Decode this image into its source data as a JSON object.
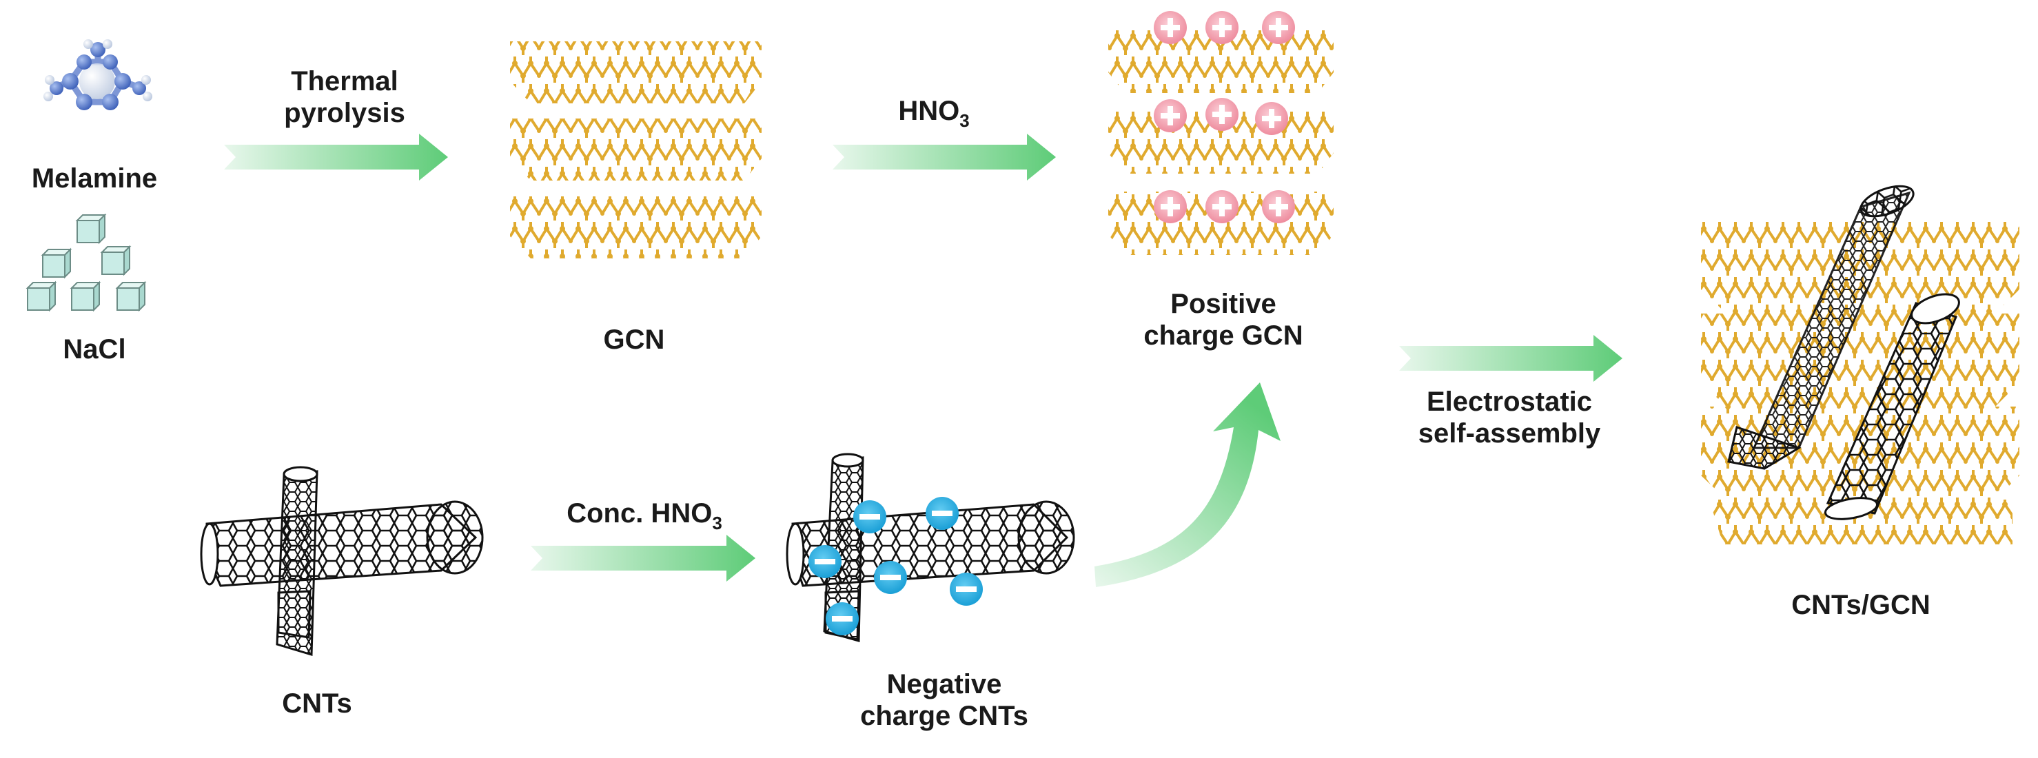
{
  "labels": {
    "melamine": "Melamine",
    "nacl": "NaCl",
    "thermal_line1": "Thermal",
    "thermal_line2": "pyrolysis",
    "gcn": "GCN",
    "hno3_main": "HNO",
    "hno3_sub": "3",
    "positive_line1": "Positive",
    "positive_line2": "charge GCN",
    "electrostatic_line1": "Electrostatic",
    "electrostatic_line2": "self-assembly",
    "cnts_gcn": "CNTs/GCN",
    "cnts": "CNTs",
    "conc_hno3_main": "Conc. HNO",
    "conc_hno3_sub": "3",
    "negative_line1": "Negative",
    "negative_line2": "charge CNTs"
  },
  "colors": {
    "gcn_sheet": "#E0AA2E",
    "arrow_green": "#5ECC78",
    "positive_charge": "#F29BAA",
    "negative_charge": "#2AB3E6",
    "nanotube": "#111111",
    "melamine_atoms": "#4A6FC4",
    "nacl_cube": "#C9ECE6"
  },
  "icons": {
    "melamine": "melamine-molecule-icon",
    "nacl": "nacl-crystal-icon",
    "positive": "plus-charge-icon",
    "negative": "minus-charge-icon"
  }
}
